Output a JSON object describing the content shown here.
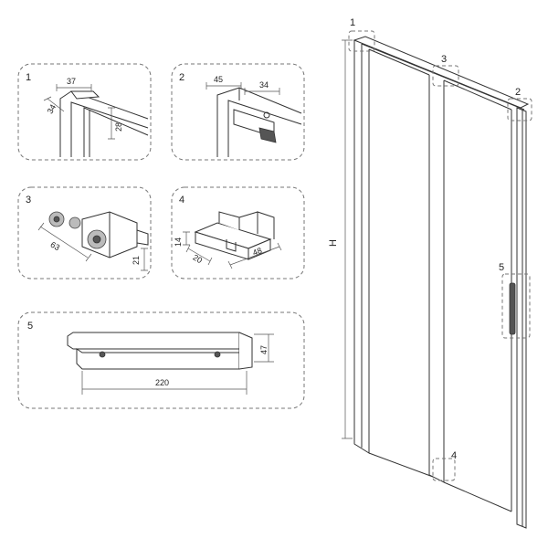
{
  "callouts": {
    "main_1": "1",
    "main_2": "2",
    "main_3": "3",
    "main_4": "4",
    "main_5": "5",
    "height": "H"
  },
  "details": [
    {
      "number": "1",
      "dims": [
        "37",
        "34",
        "28"
      ]
    },
    {
      "number": "2",
      "dims": [
        "45",
        "34"
      ]
    },
    {
      "number": "3",
      "dims": [
        "63",
        "21"
      ]
    },
    {
      "number": "4",
      "dims": [
        "14",
        "20",
        "48"
      ]
    },
    {
      "number": "5",
      "dims": [
        "47",
        "220"
      ]
    }
  ]
}
